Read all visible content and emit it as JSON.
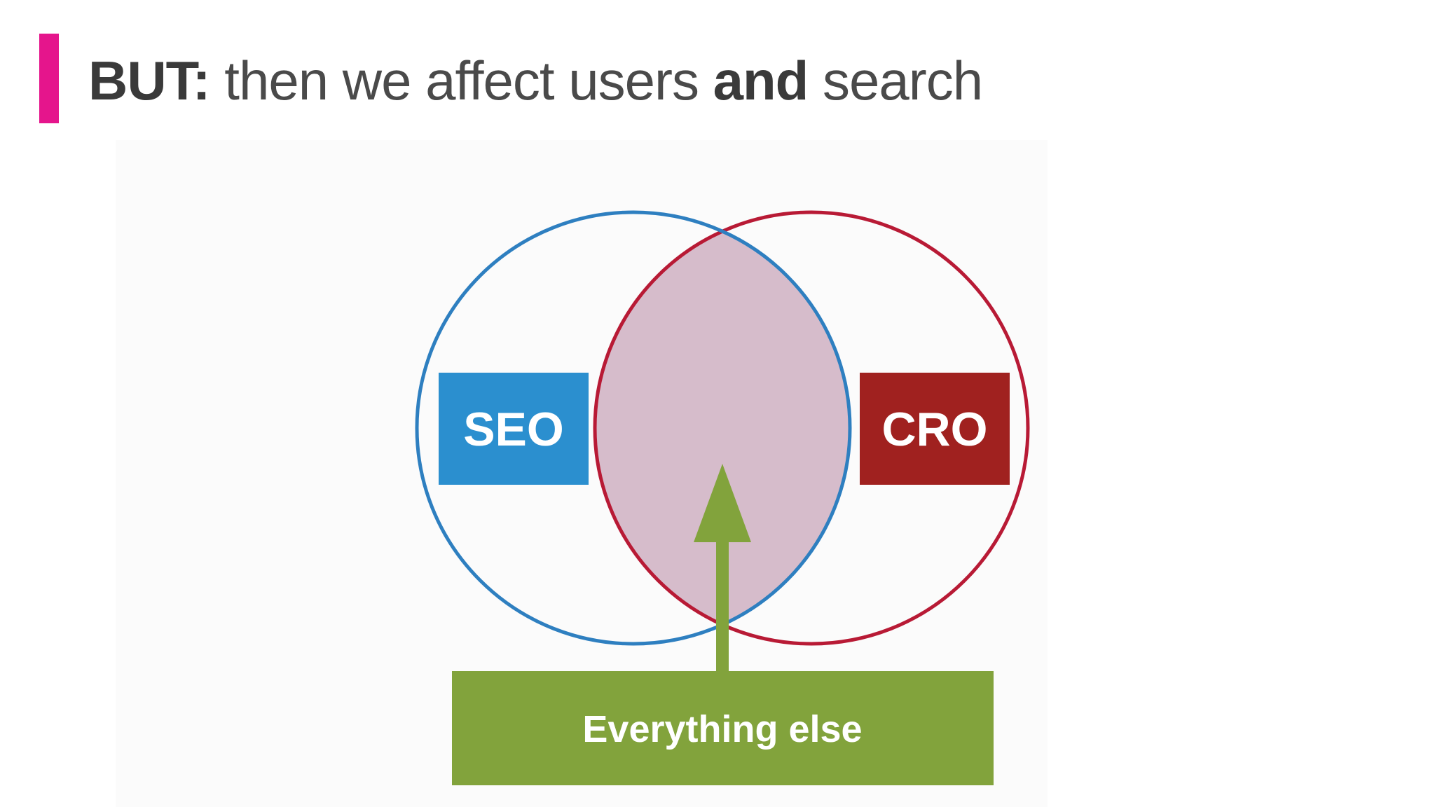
{
  "title": {
    "part1": "BUT:",
    "part2": " then we affect users ",
    "part3": "and",
    "part4": " search"
  },
  "diagram": {
    "left_circle_label": "SEO",
    "right_circle_label": "CRO",
    "bottom_box_label": "Everything else"
  },
  "colors": {
    "accent": "#e5158c",
    "seo_blue": "#2b8fcf",
    "cro_red": "#a0211f",
    "circle_blue": "#2e7fc0",
    "circle_red": "#b81a35",
    "overlap": "#d6bccb",
    "green": "#82a33c"
  }
}
